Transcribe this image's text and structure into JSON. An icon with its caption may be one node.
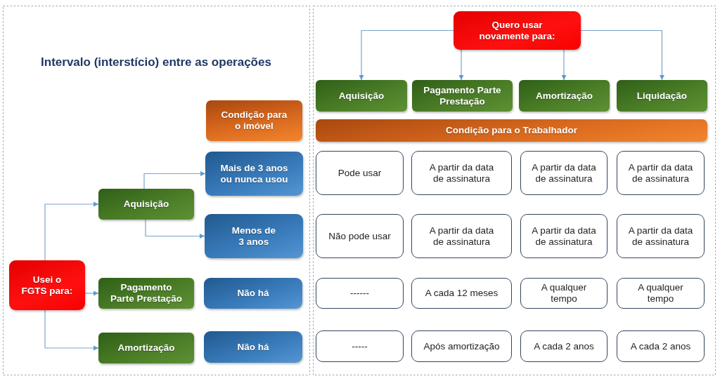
{
  "diagram": {
    "title": "Intervalo (interstício) entre as operações",
    "nodes": [
      {
        "text": [
          "Condição para o imóvel"
        ]
      },
      {
        "text": [
          "Usei o FGTS para:"
        ]
      },
      {
        "text": [
          "Aquisição"
        ]
      },
      {
        "text": [
          "Pagamento Parte Prestação"
        ]
      },
      {
        "text": [
          "Amortização"
        ]
      },
      {
        "text": [
          "Mais de 3 anos ou nunca usou"
        ]
      },
      {
        "text": [
          "Menos de 3 anos"
        ]
      },
      {
        "text": [
          "Não há"
        ]
      },
      {
        "text": [
          "Não há"
        ]
      },
      {
        "text": [
          "Quero usar novamente para:"
        ]
      },
      {
        "text": [
          "Aquisição"
        ]
      },
      {
        "text": [
          "Pagamento Parte Prestação"
        ]
      },
      {
        "text": [
          "Amortização"
        ]
      },
      {
        "text": [
          "Liquidação"
        ]
      },
      {
        "text": [
          "Condição para o Trabalhador"
        ]
      },
      {
        "text": [
          "Pode usar"
        ]
      },
      {
        "text": [
          "A partir da data de assinatura"
        ]
      },
      {
        "text": [
          "A partir da data de assinatura"
        ]
      },
      {
        "text": [
          "A partir da data de assinatura"
        ]
      },
      {
        "text": [
          "Não pode usar"
        ]
      },
      {
        "text": [
          "A partir da data de assinatura"
        ]
      },
      {
        "text": [
          "A partir da data de assinatura"
        ]
      },
      {
        "text": [
          "A partir da data de assinatura"
        ]
      },
      {
        "text": [
          "------"
        ]
      },
      {
        "text": [
          "A cada 12 meses"
        ]
      },
      {
        "text": [
          "A qualquer tempo"
        ]
      },
      {
        "text": [
          "A qualquer tempo"
        ]
      },
      {
        "text": [
          "-----"
        ]
      },
      {
        "text": [
          "Após amortização"
        ]
      },
      {
        "text": [
          "A cada 2 anos"
        ]
      },
      {
        "text": [
          "A cada 2 anos"
        ]
      }
    ],
    "edges": [
      {
        "from": 1,
        "to": 2,
        "arrow": "to"
      },
      {
        "from": 1,
        "to": 3,
        "arrow": "to"
      },
      {
        "from": 1,
        "to": 4,
        "arrow": "to"
      },
      {
        "from": 2,
        "to": 5,
        "arrow": "to"
      },
      {
        "from": 2,
        "to": 6,
        "arrow": "to"
      },
      {
        "from": 9,
        "to": 10,
        "arrow": "to"
      },
      {
        "from": 9,
        "to": 11,
        "arrow": "to"
      },
      {
        "from": 9,
        "to": 12,
        "arrow": "to"
      },
      {
        "from": 9,
        "to": 13,
        "arrow": "to"
      }
    ]
  }
}
